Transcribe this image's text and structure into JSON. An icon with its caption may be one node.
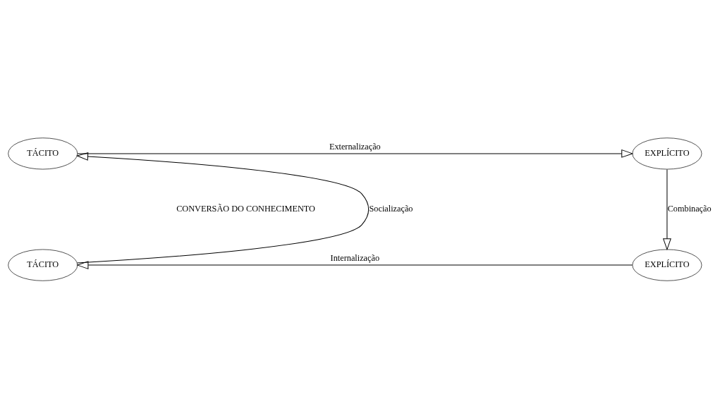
{
  "diagram": {
    "nodes": [
      {
        "text": [
          "TÁCITO"
        ]
      },
      {
        "text": [
          "EXPLÍCITO"
        ]
      },
      {
        "text": [
          "EXPLÍCITO"
        ]
      },
      {
        "text": [
          "TÁCITO"
        ]
      }
    ],
    "edges": [
      {
        "from": 0,
        "to": 1,
        "arrow": "to",
        "label": "Externalização"
      },
      {
        "from": 1,
        "to": 2,
        "arrow": "to",
        "label": "Combinação"
      },
      {
        "from": 2,
        "to": 3,
        "arrow": "to",
        "label": "Internalização"
      },
      {
        "from": 3,
        "to": 0,
        "arrow": "to",
        "label": "Socialização"
      }
    ],
    "labels": [
      "CONVERSÃO DO CONHECIMENTO"
    ]
  }
}
